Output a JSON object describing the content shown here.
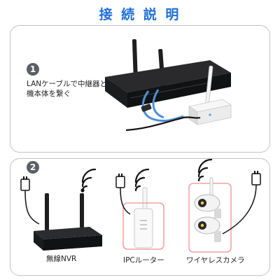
{
  "title": "接 続 説 明",
  "accent_color": "#1d6fd4",
  "cable_color": "#4e8fd6",
  "step1": {
    "number": "1",
    "caption_line1": "LANケーブルで中継器と録画",
    "caption_line2": "機本体を繋ぐ"
  },
  "step2": {
    "number": "2",
    "label_nvr": "無線NVR",
    "label_router": "IPCルーター",
    "label_cameras": "ワイヤレスカメラ"
  }
}
